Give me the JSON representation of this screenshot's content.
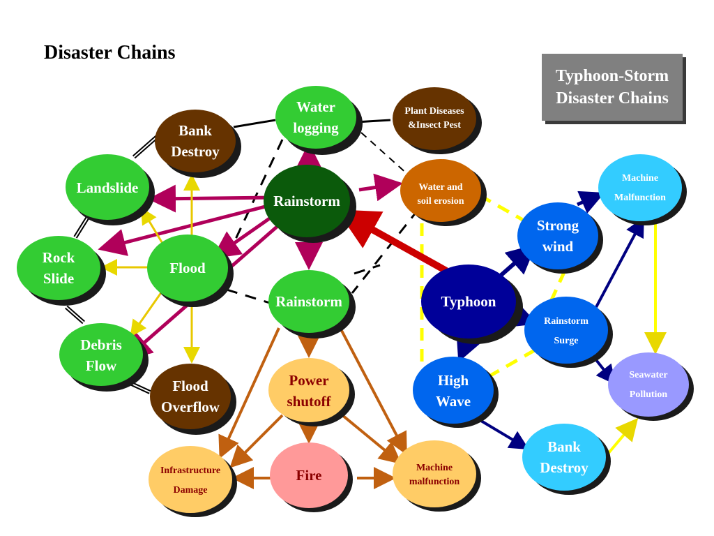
{
  "title": "Disaster Chains",
  "badge": {
    "line1": "Typhoon-Storm",
    "line2": "Disaster Chains"
  },
  "nodes": {
    "water_logging": [
      "Water",
      "logging"
    ],
    "plant_diseases": [
      "Plant Diseases",
      "&Insect Pest"
    ],
    "bank_destroy_left": [
      "Bank",
      "Destroy"
    ],
    "landslide": [
      "Landslide"
    ],
    "rainstorm_top": [
      "Rainstorm"
    ],
    "water_soil_erosion": [
      "Water and",
      "soil erosion"
    ],
    "rock_slide": [
      "Rock",
      "Slide"
    ],
    "flood": [
      "Flood"
    ],
    "rainstorm_mid": [
      "Rainstorm"
    ],
    "debris_flow": [
      "Debris",
      "Flow"
    ],
    "flood_overflow": [
      "Flood",
      "Overflow"
    ],
    "power_shutoff": [
      "Power",
      "shutoff"
    ],
    "fire": [
      "Fire"
    ],
    "infrastructure_damage": [
      "Infrastructure",
      "Damage"
    ],
    "machine_malfunction_bottom": [
      "Machine",
      "malfunction"
    ],
    "typhoon": [
      "Typhoon"
    ],
    "strong_wind": [
      "Strong",
      "wind"
    ],
    "machine_malfunction_right": [
      "Machine",
      "Malfunction"
    ],
    "rainstorm_surge": [
      "Rainstorm",
      "Surge"
    ],
    "high_wave": [
      "High",
      "Wave"
    ],
    "seawater_pollution": [
      "Seawater",
      "Pollution"
    ],
    "bank_destroy_right": [
      "Bank",
      "Destroy"
    ]
  },
  "colors": {
    "green": "#33cc33",
    "brown": "#663300",
    "dark_green": "#0b5a0b",
    "orange": "#cc6600",
    "light_orange": "#ffcc66",
    "pink": "#ff9999",
    "navy": "#000099",
    "blue": "#0066ee",
    "light_blue": "#33ccff",
    "lavender": "#9999ff",
    "magenta_arrow": "#b0005a",
    "yellow_arrow": "#ffff00",
    "orange_arrow": "#cc6600",
    "red_arrow": "#cc0000",
    "blue_arrow": "#000080",
    "dark_text": "#8b0000"
  }
}
